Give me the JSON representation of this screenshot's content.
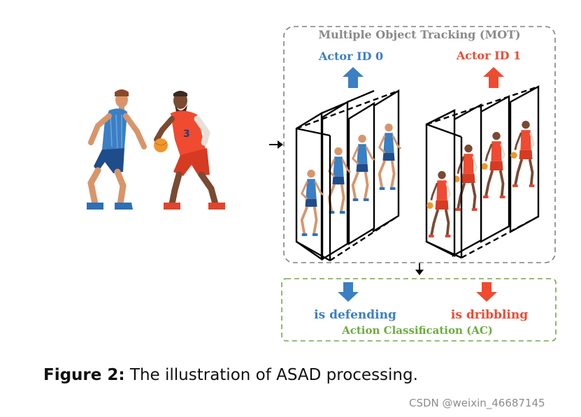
{
  "mot": {
    "title": "Multiple Object Tracking (MOT)",
    "actors": [
      {
        "label": "Actor ID 0",
        "color": "#3b7fc4"
      },
      {
        "label": "Actor ID 1",
        "color": "#f04a30"
      }
    ]
  },
  "ac": {
    "title": "Action Classification  (AC)",
    "actions": [
      {
        "label": "is defending",
        "color": "#3b7fc4"
      },
      {
        "label": "is dribbling",
        "color": "#f04a30"
      }
    ]
  },
  "colors": {
    "mot_border": "#808080",
    "ac_border": "#6aad3d",
    "blue_actor": "#3b7fc4",
    "red_actor": "#f04a30",
    "skin": "#d9956a"
  },
  "caption": {
    "figure_label": "Figure 2:",
    "text": "The illustration of ASAD processing."
  },
  "watermark": "CSDN @weixin_46687145"
}
